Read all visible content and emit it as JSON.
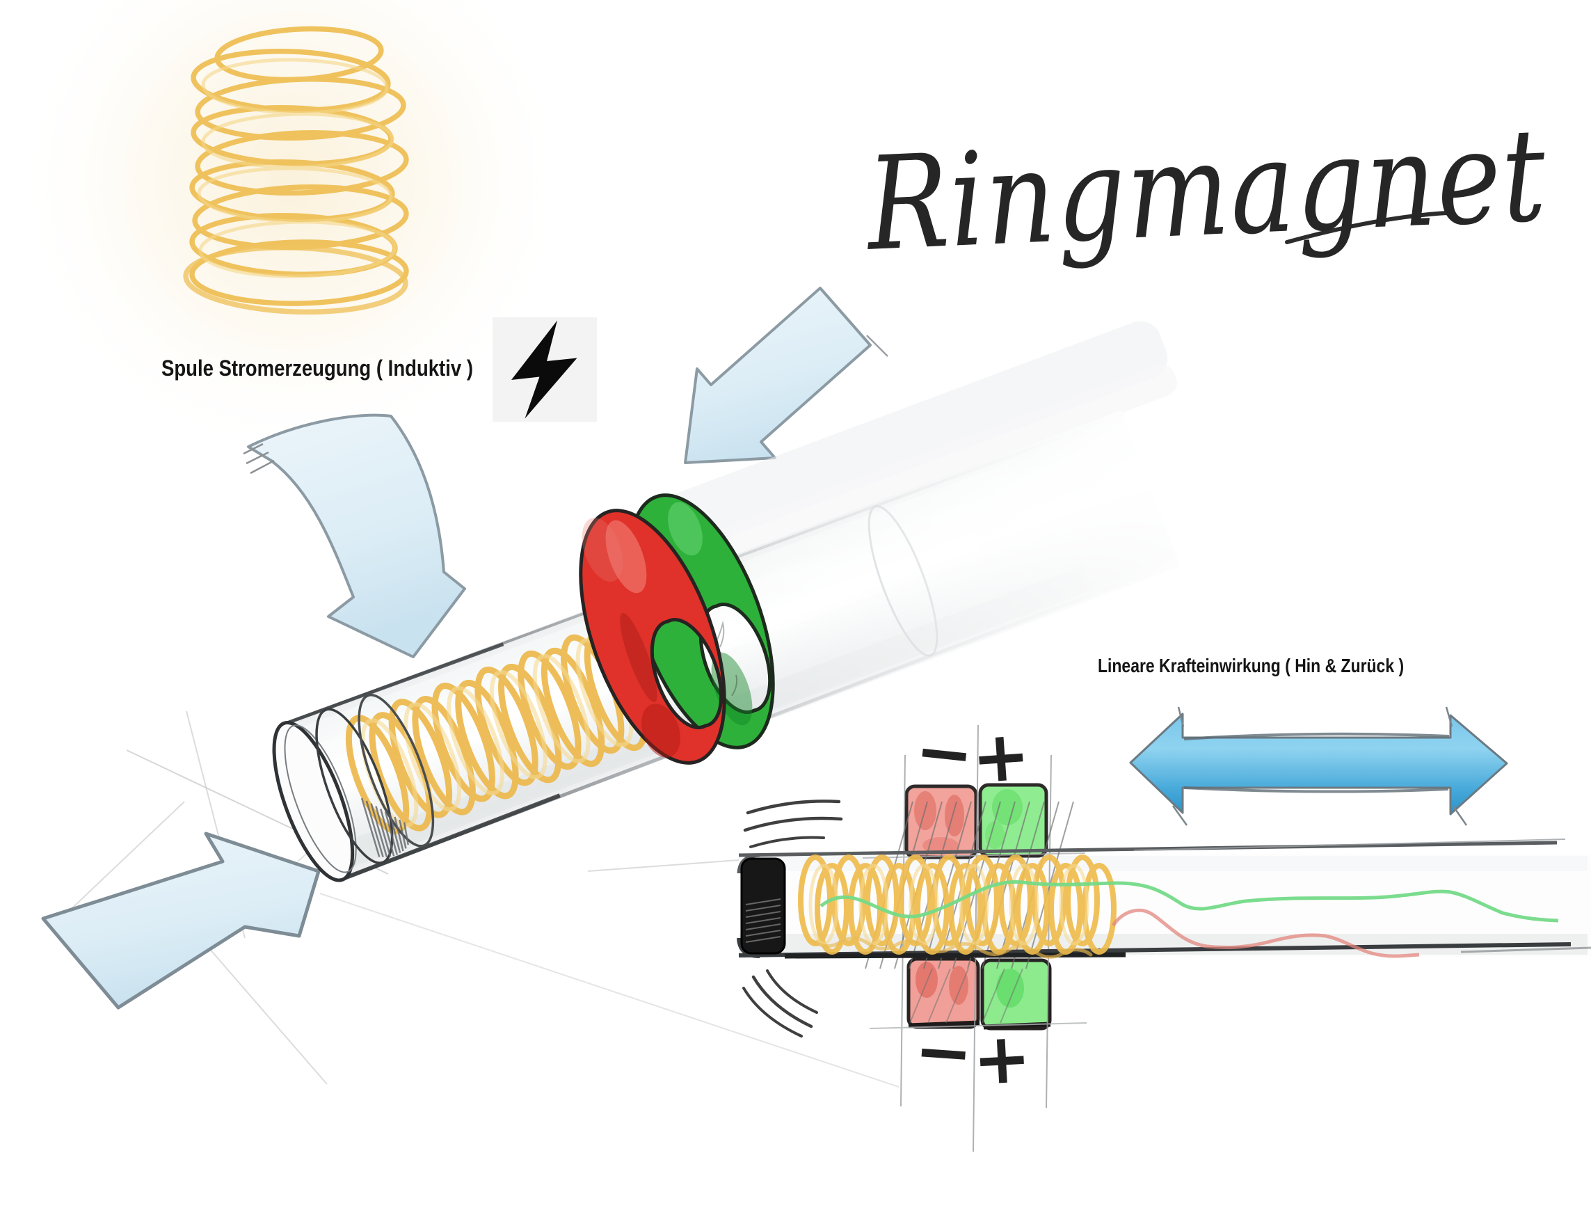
{
  "scene": {
    "handwritten_title": "Ringmagnet",
    "coil_label": "Spule Stromerzeugung ( Induktiv )",
    "force_label": "Lineare Krafteinwirkung ( Hin & Zurück )",
    "polarity": {
      "top_minus": "−",
      "top_plus": "+",
      "bottom_minus": "−",
      "bottom_plus": "+"
    },
    "icons": [
      {
        "name": "lightning-bolt-icon",
        "meaning": "electric energy generated"
      }
    ],
    "colors": {
      "coil_yellow": "#EFBE53",
      "magnet_red": "#E0322A",
      "magnet_green": "#2DB13A",
      "arrow_light_blue": "#DCEDF6",
      "arrow_blue": "#56B3E0",
      "square_red": "#F2A39B",
      "square_green": "#90EC91",
      "signal_green": "#74DA88",
      "signal_red": "#E2857C",
      "ink": "#1F1F1F"
    }
  }
}
